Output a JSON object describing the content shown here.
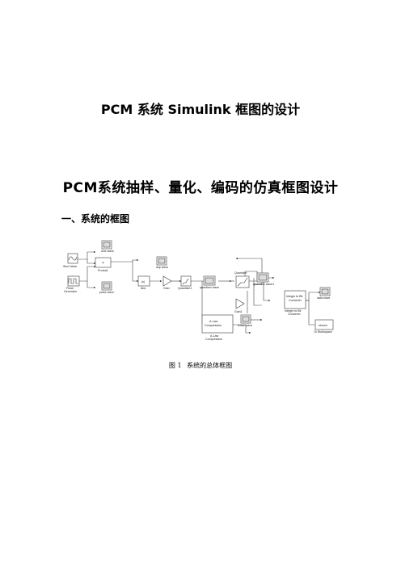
{
  "document": {
    "title": "PCM 系统 Simulink 框图的设计",
    "section_title": "PCM系统抽样、量化、编码的仿真框图设计",
    "subsection_title": "一、系统的框图",
    "caption": {
      "number": "图 1",
      "text": "系统的总体框图"
    }
  },
  "diagram": {
    "blocks": {
      "sine_wave": "Sine Wave",
      "pulse_generator": "Pulse\nGenerator",
      "product": "Product",
      "sine_wave_scope": "sine wave",
      "pulse_scope": "pulse wave",
      "dsp_scope": "dsp wave",
      "abs": "Abs",
      "gain": "Gain",
      "quantizer1": "Quantizer1",
      "quantizer_wave_scope": "quantizer wave",
      "quantizer": "Quantizer",
      "quantizer_wave1_scope": "quantizer wave1",
      "gain1": "Gain1",
      "alaw_compression": "A-Law\nCompression",
      "alaw_compression_label": "A-Law\nCompression",
      "alaw_wave_scope": "a-law wave",
      "int_to_bit": "Integer to Bit\nConverter",
      "int_to_bit_label": "Integer to Bit\nConverter",
      "data_wave_scope": "data wave",
      "to_workspace": "simout",
      "to_workspace_label": "To Workspace"
    }
  }
}
